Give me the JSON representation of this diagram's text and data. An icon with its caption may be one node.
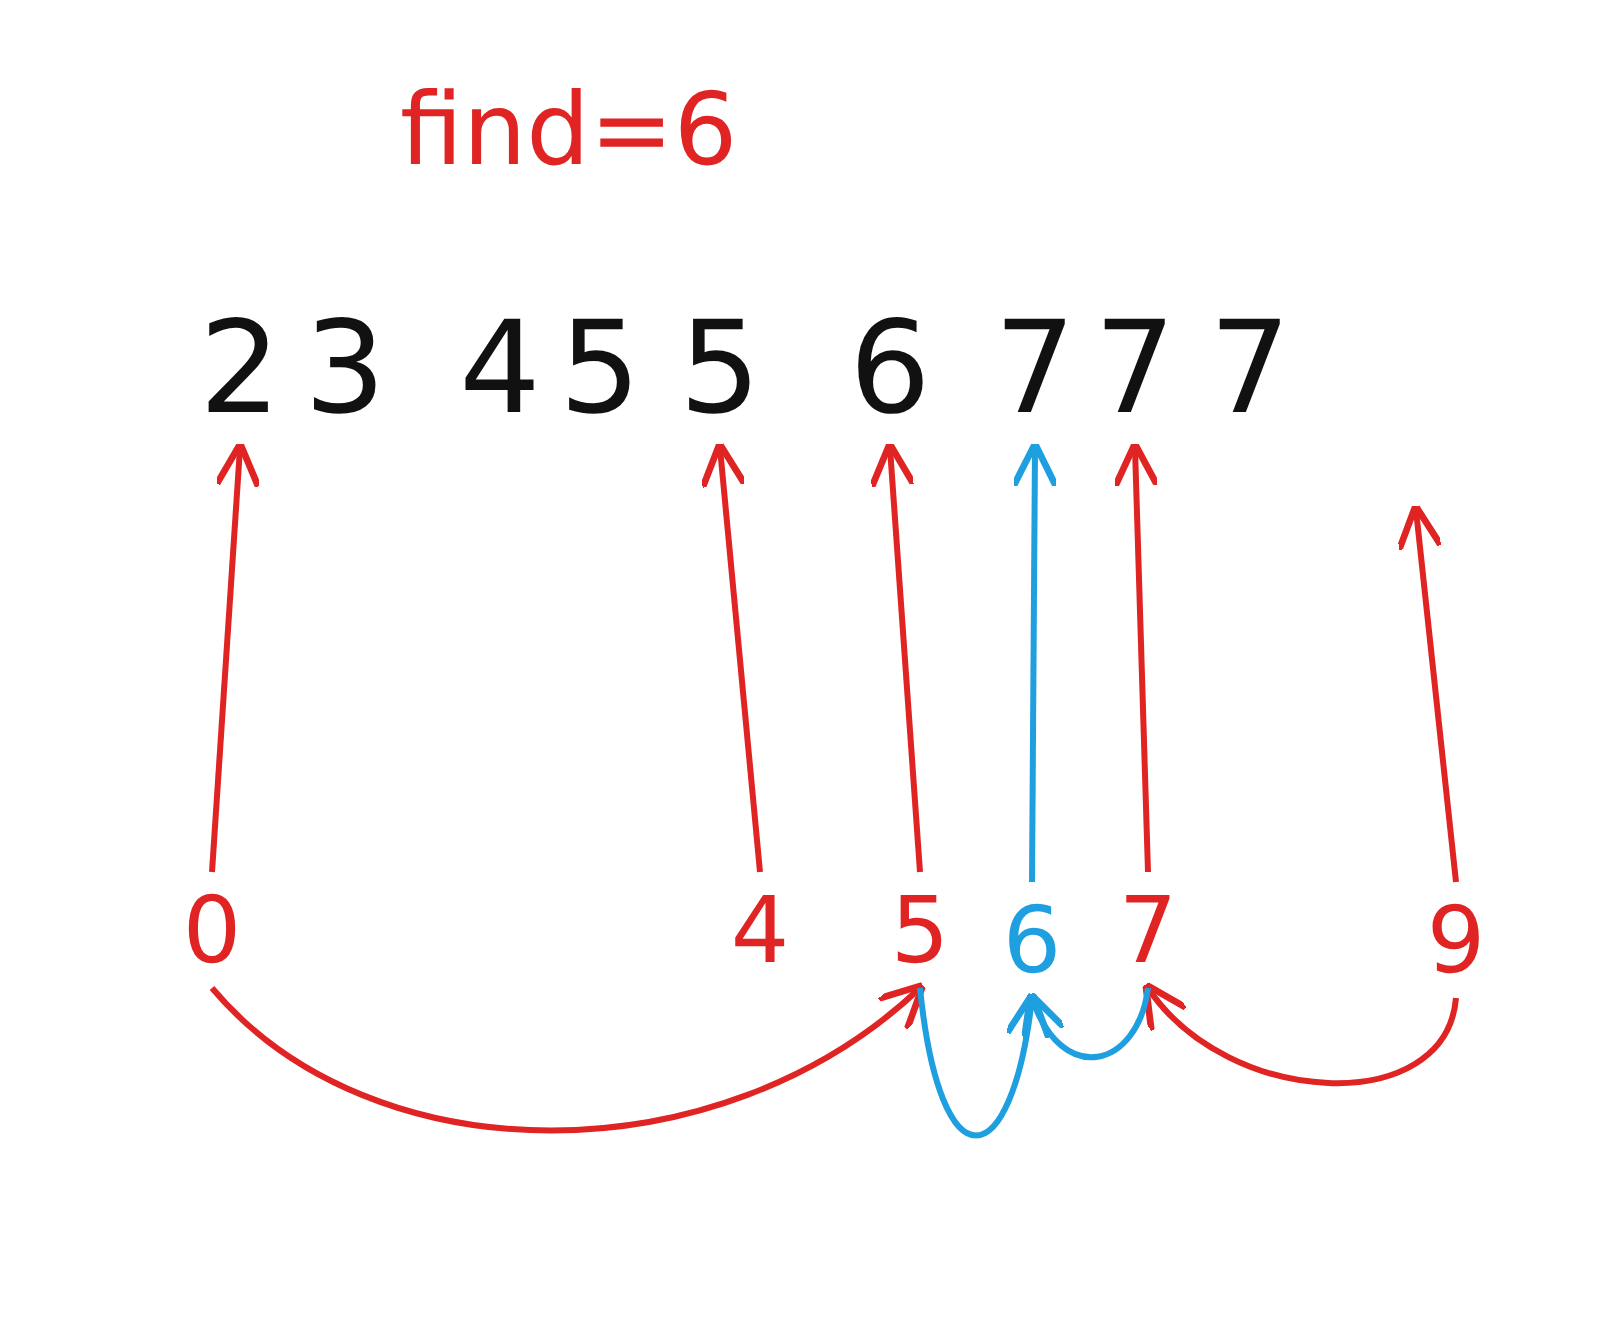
{
  "diagram": {
    "title": "find=6",
    "nodes": [
      {
        "text": [
          "2"
        ]
      },
      {
        "text": [
          "3"
        ]
      },
      {
        "text": [
          "4"
        ]
      },
      {
        "text": [
          "5"
        ]
      },
      {
        "text": [
          "5"
        ]
      },
      {
        "text": [
          "6"
        ]
      },
      {
        "text": [
          "7"
        ]
      },
      {
        "text": [
          "7"
        ]
      },
      {
        "text": [
          "7"
        ]
      },
      {
        "text": [
          "0"
        ]
      },
      {
        "text": [
          "4"
        ]
      },
      {
        "text": [
          "5"
        ]
      },
      {
        "text": [
          "6"
        ]
      },
      {
        "text": [
          "7"
        ]
      },
      {
        "text": [
          "9"
        ]
      }
    ],
    "edges": [
      {
        "from": 9,
        "to": 0,
        "arrow": "to"
      },
      {
        "from": 10,
        "to": 4,
        "arrow": "to"
      },
      {
        "from": 11,
        "to": 5,
        "arrow": "to"
      },
      {
        "from": 12,
        "to": 6,
        "arrow": "to",
        "color": "#1e9fe0"
      },
      {
        "from": 13,
        "to": 7,
        "arrow": "to"
      },
      {
        "from": 14,
        "to": null,
        "arrow": "to"
      },
      {
        "from": 9,
        "to": 11,
        "arrow": "to"
      },
      {
        "from": 14,
        "to": 13,
        "arrow": "to"
      },
      {
        "from": 13,
        "to": 12,
        "arrow": "to",
        "color": "#1e9fe0"
      },
      {
        "from": 11,
        "to": 12,
        "arrow": "to",
        "color": "#1e9fe0"
      }
    ]
  }
}
